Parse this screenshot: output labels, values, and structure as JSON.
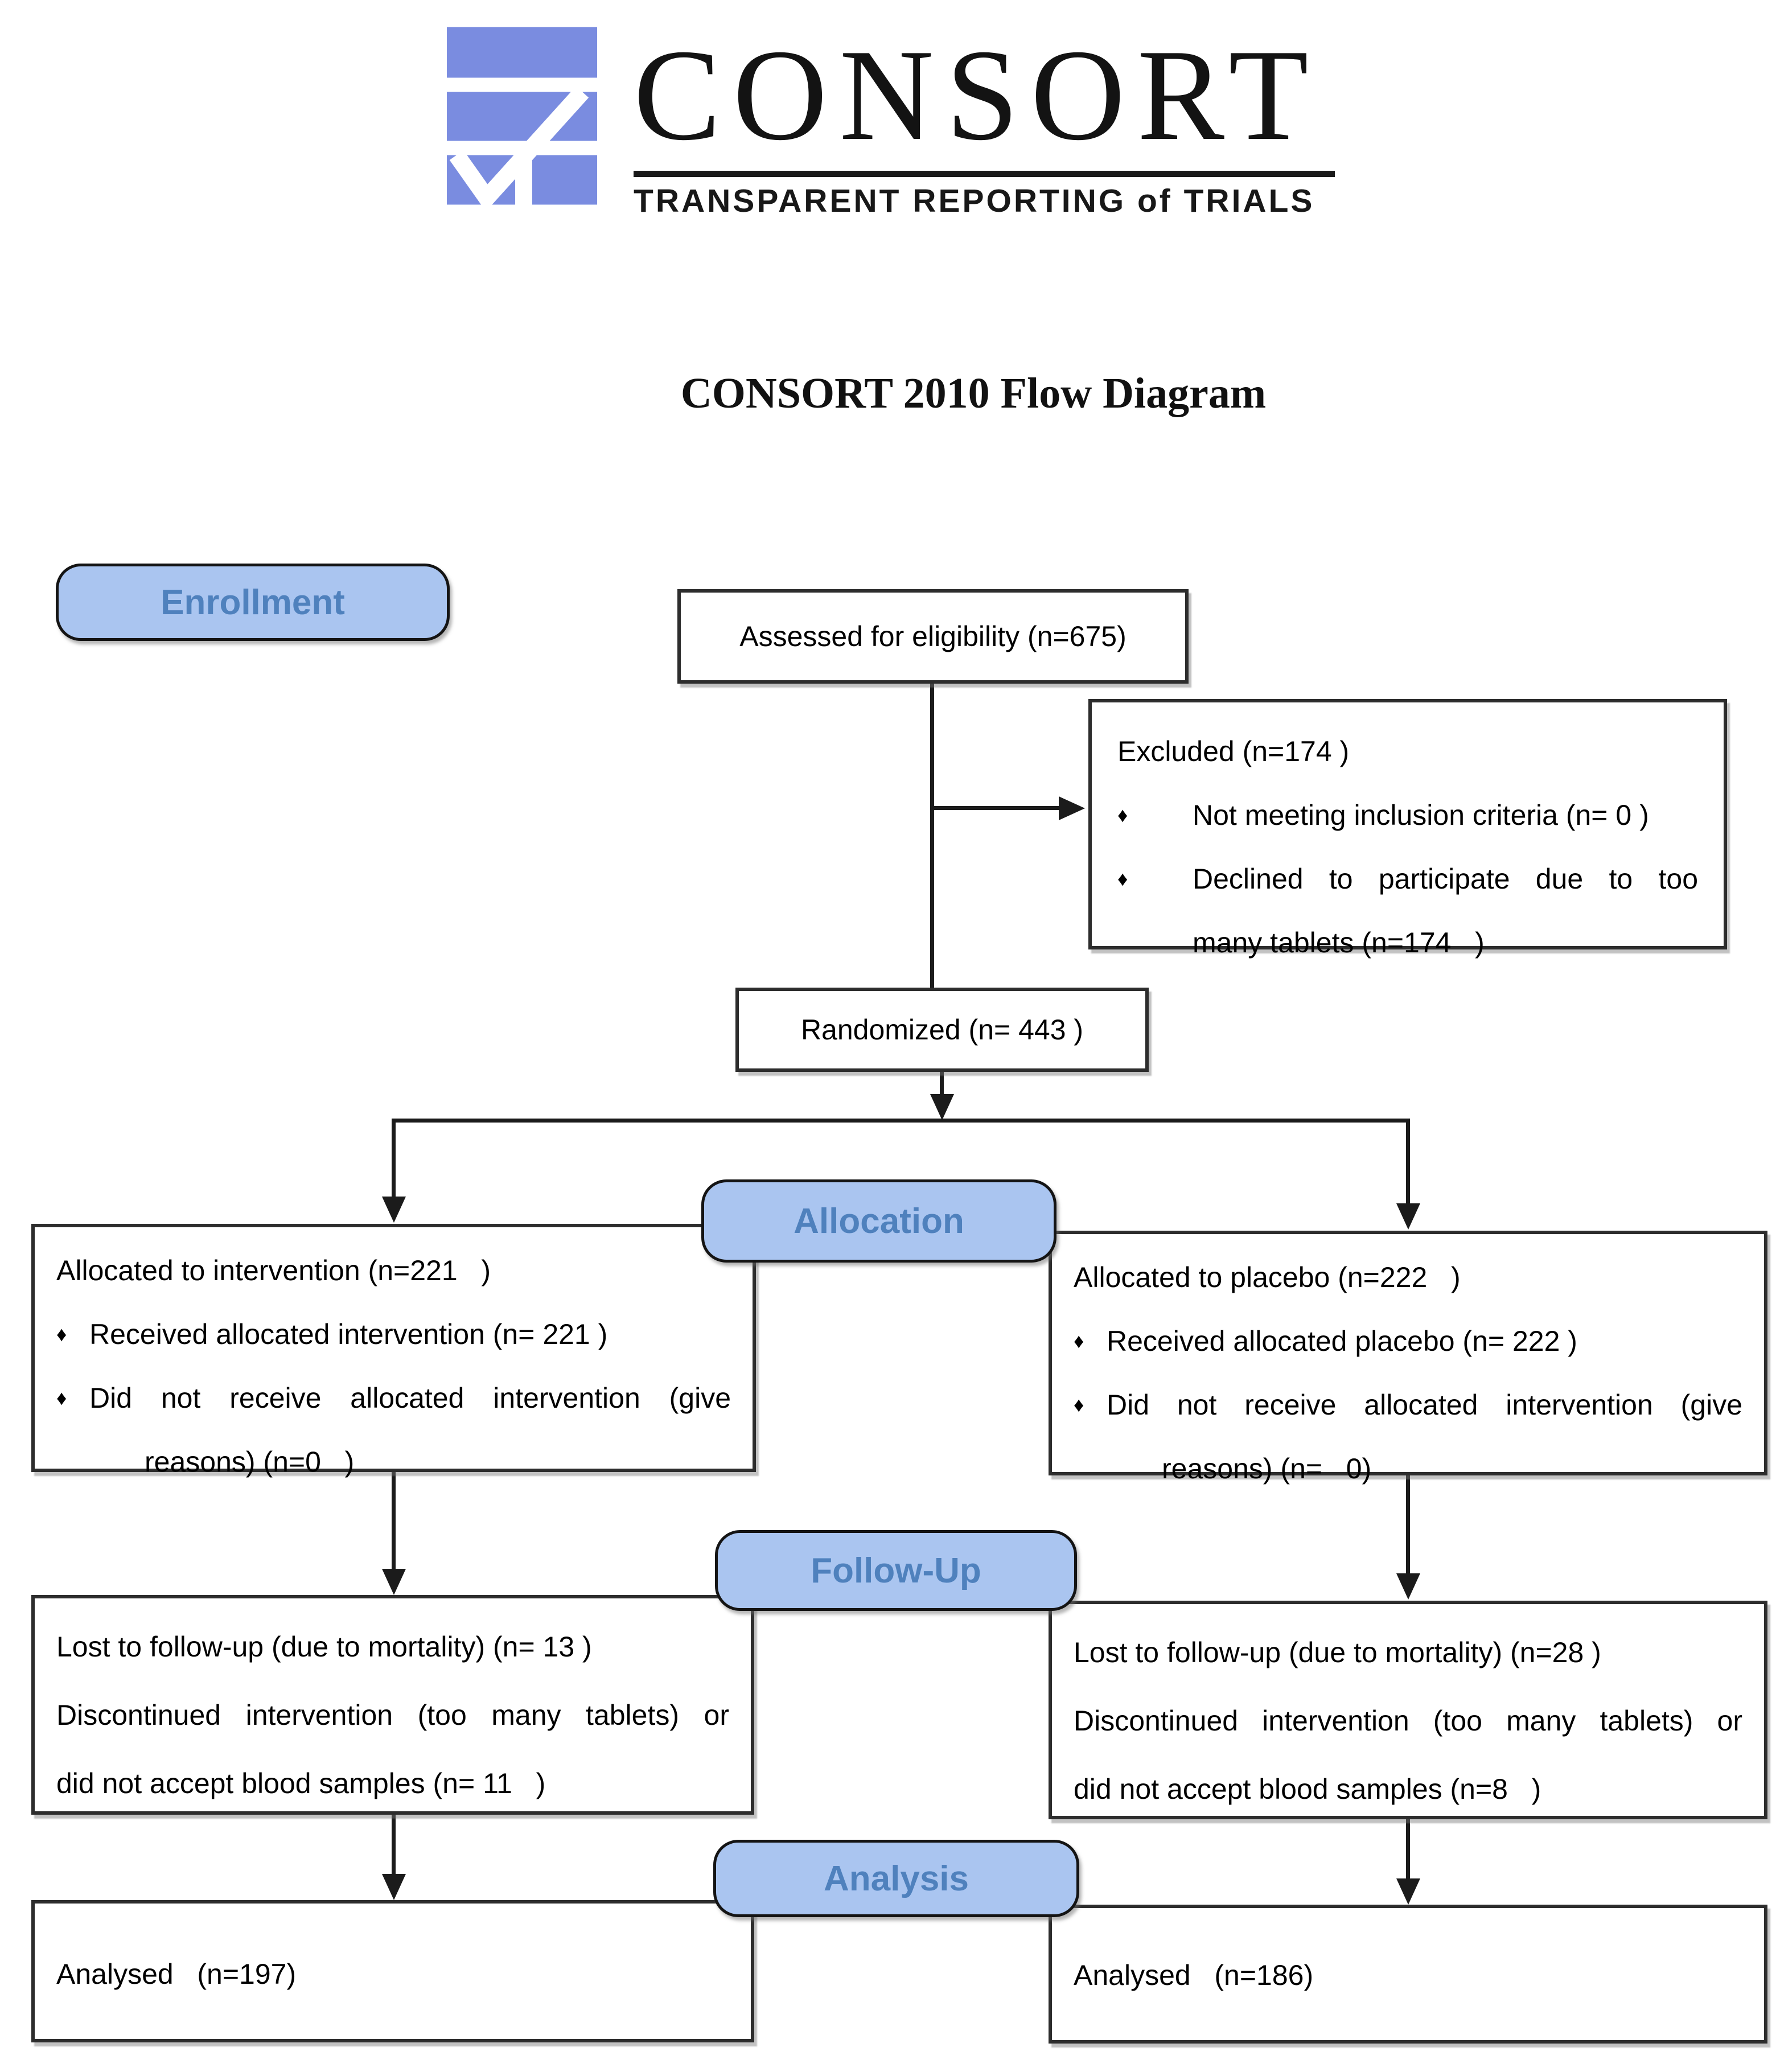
{
  "logo": {
    "wordmark": "CONSORT",
    "tagline": "TRANSPARENT REPORTING of TRIALS"
  },
  "title": "CONSORT 2010 Flow Diagram",
  "labels": {
    "enrollment": "Enrollment",
    "allocation": "Allocation",
    "follow_up": "Follow-Up",
    "analysis": "Analysis"
  },
  "icons": {
    "bullet": "♦"
  },
  "colors": {
    "logo_blue": "#7a8ce0",
    "label_fill": "#aac5f0",
    "label_text": "#4f81bd",
    "line_color": "#1b1b1b"
  },
  "boxes": {
    "assessed": {
      "text": "Assessed for eligibility (n=675)"
    },
    "excluded": {
      "title": "Excluded (n=174 )",
      "bullet1": "Not meeting inclusion criteria (n= 0 )",
      "bullet2_line1": "Declined to participate due to too",
      "bullet2_line2": "many tablets (n=174   )"
    },
    "randomized": {
      "text": "Randomized (n= 443 )"
    },
    "allocation_left": {
      "title": "Allocated to intervention (n=221   )",
      "bullet1": "Received allocated intervention (n= 221 )",
      "bullet2_line1": "Did not receive allocated intervention (give",
      "bullet2_line2": "reasons) (n=0   )"
    },
    "allocation_right": {
      "title": "Allocated to placebo (n=222   )",
      "bullet1": "Received allocated placebo (n= 222 )",
      "bullet2_line1": "Did not receive allocated intervention (give",
      "bullet2_line2": "reasons) (n=   0)"
    },
    "followup_left": {
      "line1": "Lost to follow-up (due to mortality) (n= 13 )",
      "line2": "Discontinued intervention (too many tablets) or",
      "line3": "did not accept blood samples (n= 11   )"
    },
    "followup_right": {
      "line1": "Lost to follow-up (due to mortality) (n=28 )",
      "line2": "Discontinued intervention (too many tablets) or",
      "line3": "did not accept blood samples (n=8   )"
    },
    "analysis_left": {
      "text": "Analysed   (n=197)"
    },
    "analysis_right": {
      "text": "Analysed   (n=186)"
    }
  }
}
